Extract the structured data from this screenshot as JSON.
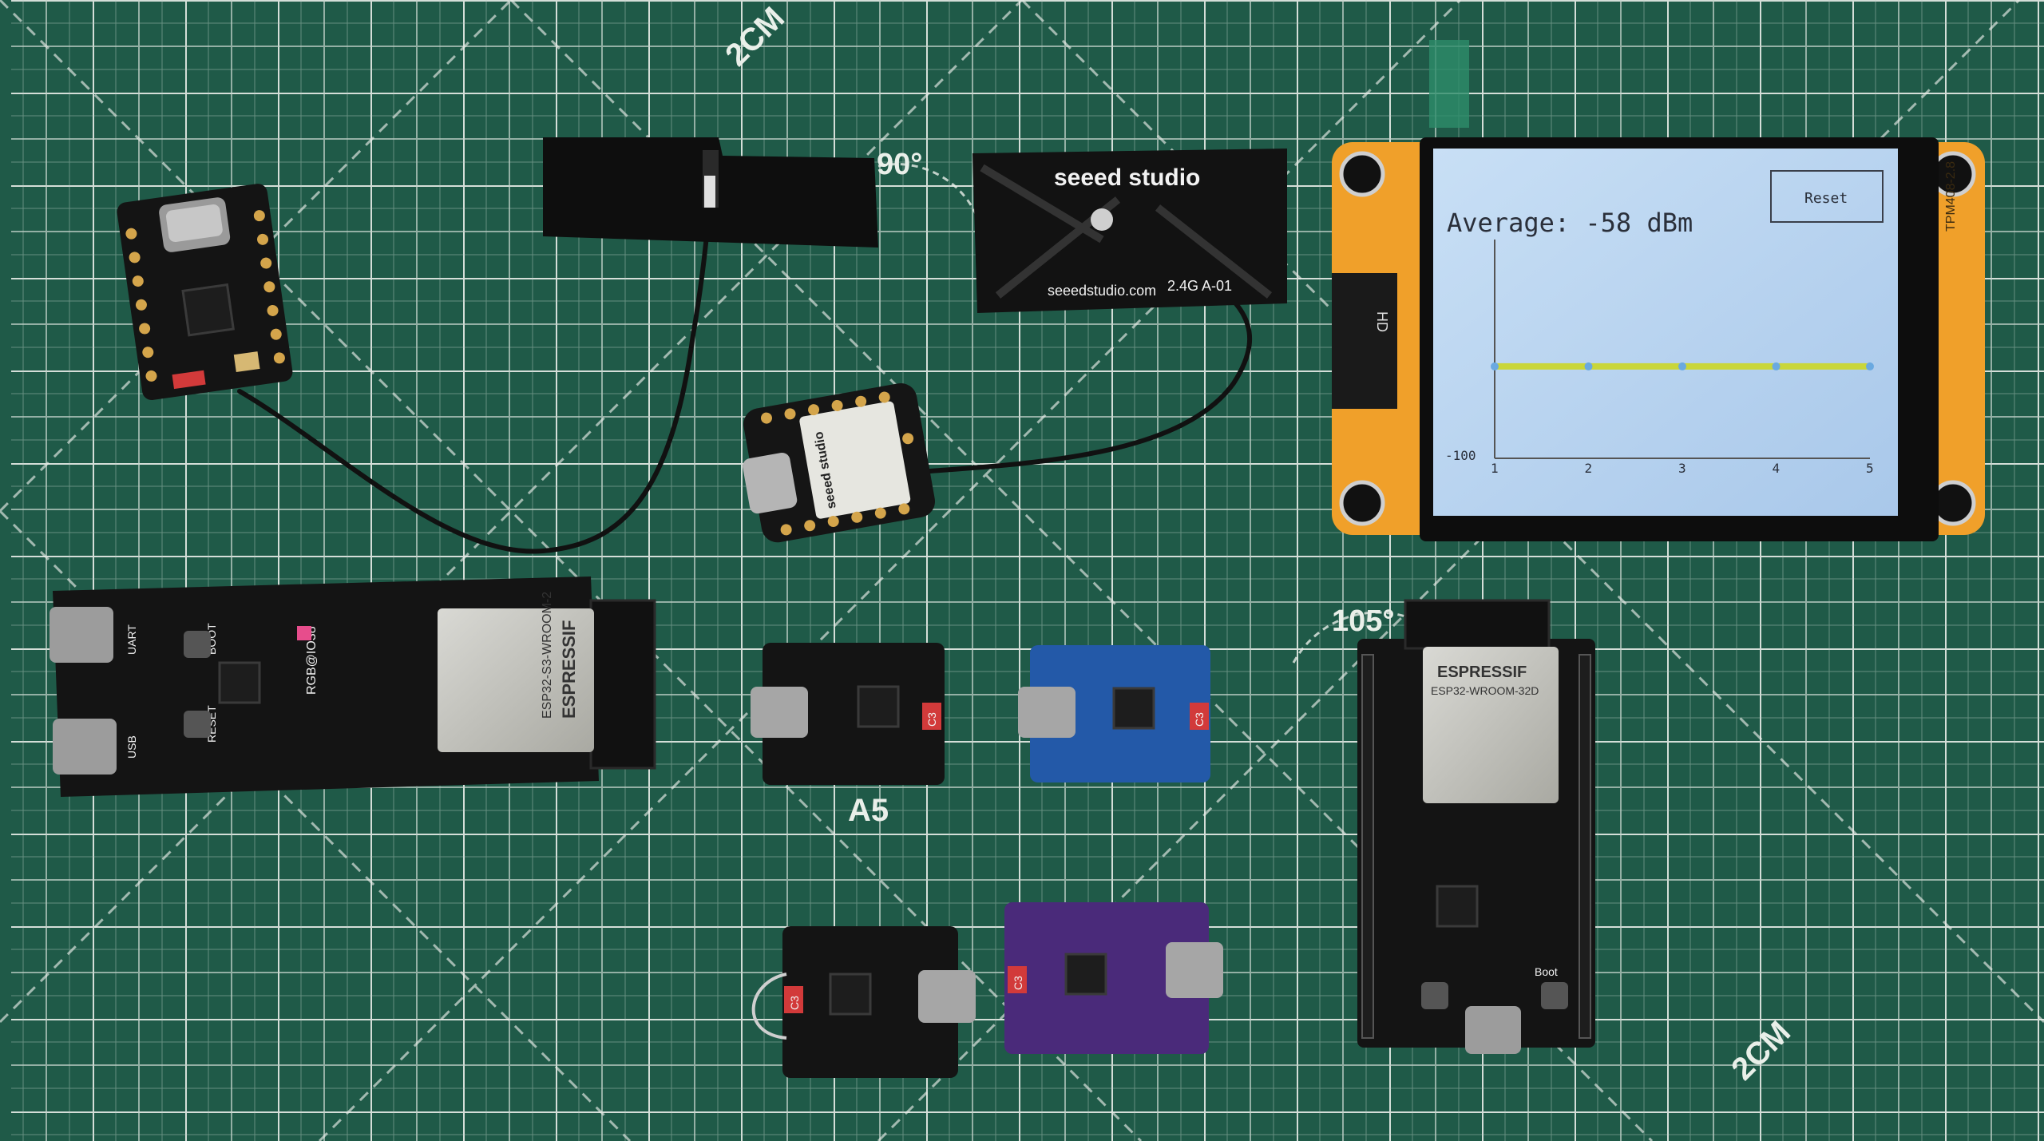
{
  "mat": {
    "labels": {
      "cm_top": "2CM",
      "cm_bottom": "2CM",
      "angle_90": "90°",
      "angle_105": "105°",
      "grid_label_a5": "A5"
    }
  },
  "antenna": {
    "brand": "seeed studio",
    "site": "seeedstudio.com",
    "model": "2.4G A-01"
  },
  "xiao": {
    "brand": "seeed studio"
  },
  "display": {
    "side_label": "TPM408-2.8",
    "average_text": "Average: -58 dBm",
    "reset_label": "Reset",
    "hd_label": "HD",
    "chart_data": {
      "type": "line",
      "x": [
        1,
        2,
        3,
        4,
        5
      ],
      "x_tick_labels": [
        "1",
        "2",
        "3",
        "4",
        "5"
      ],
      "y_min_label": "-100",
      "ylim": [
        -100,
        0
      ],
      "series": [
        {
          "values": [
            -58,
            -58,
            -58,
            -58,
            -58
          ],
          "color": "#c9d63a"
        }
      ]
    }
  },
  "boards": {
    "s3_devkit": {
      "vendor": "ESPRESSIF",
      "module": "ESP32-S3-WROOM-2",
      "rgb_label": "RGB@IO38",
      "uart_label": "UART",
      "usb_label": "USB",
      "boot_label": "BOOT",
      "reset_label": "RESET"
    },
    "wroom32_devkit": {
      "vendor": "ESPRESSIF",
      "module": "ESP32-WROOM-32D",
      "boot_label": "Boot"
    },
    "mini_c3": {
      "chip_label": "C3"
    }
  },
  "colors": {
    "mat": "#1f5a48",
    "grid": "#e8ede8",
    "pcb_black": "#141414",
    "pcb_blue": "#2359a8",
    "pcb_purple": "#4a2a7a",
    "display_frame": "#f0a02a",
    "lcd": "#bcd6ef"
  }
}
